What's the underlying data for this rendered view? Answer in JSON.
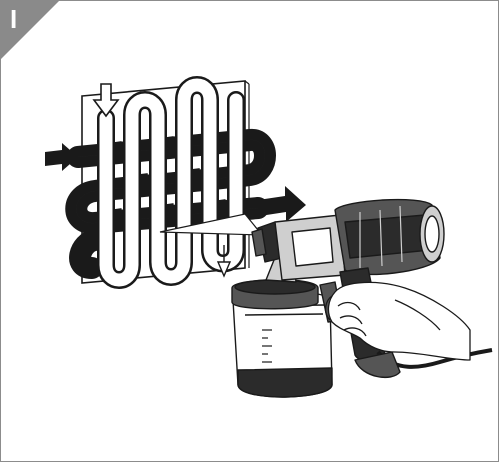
{
  "step": {
    "label": "I"
  },
  "colors": {
    "tab": "#8a8a8a",
    "frame": "#8c8c8c",
    "ink": "#1a1a1a",
    "dark_part": "#2b2b2b",
    "mid_part": "#555555",
    "light_part": "#cfcfcf"
  },
  "icons": {
    "spray_path": "serpentine-spray-pattern",
    "wall": "wall-panel",
    "sprayer": "paint-spray-gun",
    "hand": "gloved-hand"
  }
}
